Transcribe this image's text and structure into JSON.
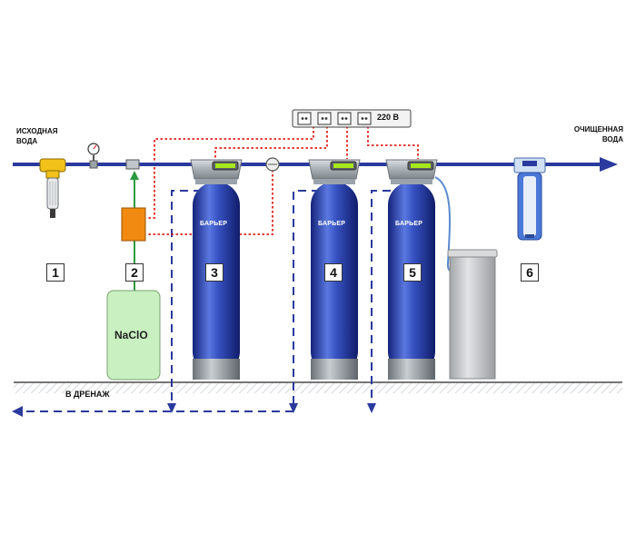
{
  "labels": {
    "source_water": [
      "ИСХОДНАЯ",
      "ВОДА"
    ],
    "clean_water": [
      "ОЧИЩЕННАЯ",
      "ВОДА"
    ],
    "drain": "В ДРЕНАЖ",
    "power": "220 В",
    "reagent": "NaClO",
    "brand": "БАРЬЕР"
  },
  "items": [
    {
      "number": "1",
      "name": "mechanical-filter"
    },
    {
      "number": "2",
      "name": "dosing-pump"
    },
    {
      "number": "3",
      "name": "filter-column"
    },
    {
      "number": "4",
      "name": "filter-column"
    },
    {
      "number": "5",
      "name": "softener-column"
    },
    {
      "number": "6",
      "name": "cartridge-filter"
    }
  ],
  "colors": {
    "pipe": "#2a3a9e",
    "tank_blue": "#2236a0",
    "tank_highlight": "#5a78e0",
    "valve": "#9aa3ab",
    "tank_base": "#8a9096",
    "control_wire": "#e0201a",
    "drain_line": "#2a3a9e",
    "reagent_tank": "#c8f0c0",
    "reagent_line": "#2e9a40",
    "pump": "#f08a10",
    "brine_tank": "#c4c6c8",
    "cartridge": "#4a78d8"
  }
}
